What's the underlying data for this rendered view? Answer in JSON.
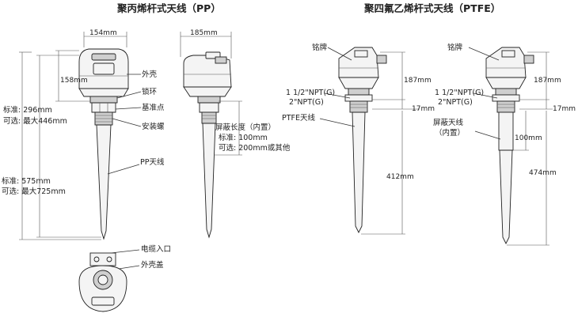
{
  "titles": {
    "pp": "聚丙烯杆式天线（PP）",
    "ptfe": "聚四氟乙烯杆式天线（PTFE）"
  },
  "pp_front": {
    "width_dim": "154mm",
    "head_height_dim": "158mm",
    "housing": "外壳",
    "lock_ring": "锁环",
    "reference_point": "基准点",
    "mounting_screw": "安装螺",
    "antenna": "PP天线",
    "total_std": "标准: 296mm",
    "total_opt": "可选: 最大446mm",
    "overall_std": "标准: 575mm",
    "overall_opt": "可选: 最大725mm"
  },
  "pp_side": {
    "width_dim": "185mm",
    "shield_title": "屏蔽长度（内置）",
    "shield_std": "标准: 100mm",
    "shield_opt": "可选: 200mm或其他"
  },
  "pp_top": {
    "cable_entry": "电缆入口",
    "cover": "外壳盖"
  },
  "ptfe_left": {
    "nameplate": "铭牌",
    "head_dim": "187mm",
    "thread1": "1 1/2\"NPT(G)",
    "thread2": "2\"NPT(G)",
    "flange_dim": "17mm",
    "antenna": "PTFE天线",
    "length_dim": "412mm"
  },
  "ptfe_right": {
    "nameplate": "铭牌",
    "head_dim": "187mm",
    "thread1": "1 1/2\"NPT(G)",
    "thread2": "2\"NPT(G)",
    "flange_dim": "17mm",
    "shield_label_1": "屏蔽天线",
    "shield_label_2": "（内置）",
    "shield_dim": "100mm",
    "length_dim": "474mm"
  }
}
